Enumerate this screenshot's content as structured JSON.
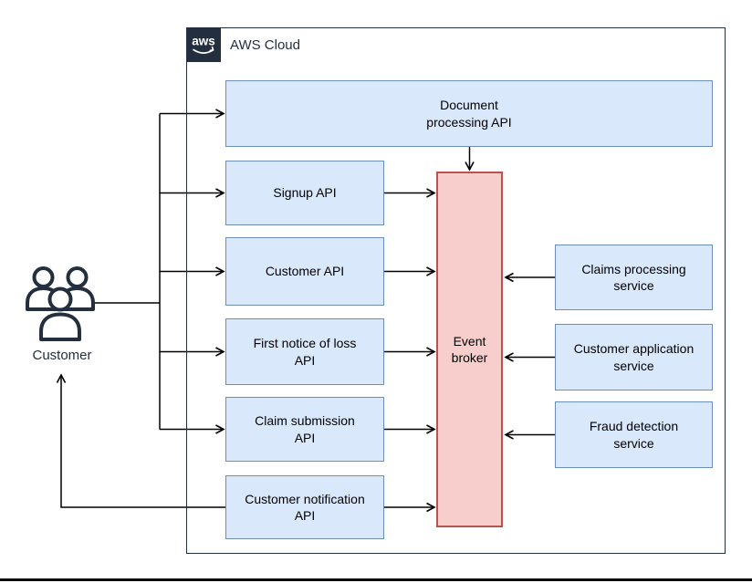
{
  "diagram": {
    "aws_container": {
      "label": "AWS Cloud",
      "logo_text": "aws"
    },
    "actor": {
      "label": "Customer"
    },
    "api_boxes": [
      {
        "id": "document-processing-api",
        "label": "Document\nprocessing API"
      },
      {
        "id": "signup-api",
        "label": "Signup API"
      },
      {
        "id": "customer-api",
        "label": "Customer API"
      },
      {
        "id": "first-notice-of-loss-api",
        "label": "First notice of loss\nAPI"
      },
      {
        "id": "claim-submission-api",
        "label": "Claim submission\nAPI"
      },
      {
        "id": "customer-notification-api",
        "label": "Customer notification\nAPI"
      }
    ],
    "broker": {
      "label": "Event\nbroker"
    },
    "service_boxes": [
      {
        "id": "claims-processing-service",
        "label": "Claims processing\nservice"
      },
      {
        "id": "customer-application-service",
        "label": "Customer application\nservice"
      },
      {
        "id": "fraud-detection-service",
        "label": "Fraud detection\nservice"
      }
    ],
    "colors": {
      "api_box_fill": "#dae8fc",
      "api_box_border": "#6c8ebf",
      "broker_fill": "#f8cecc",
      "broker_border": "#b85450",
      "aws_dark": "#232f3e",
      "line": "#000000",
      "background": "#ffffff"
    }
  }
}
